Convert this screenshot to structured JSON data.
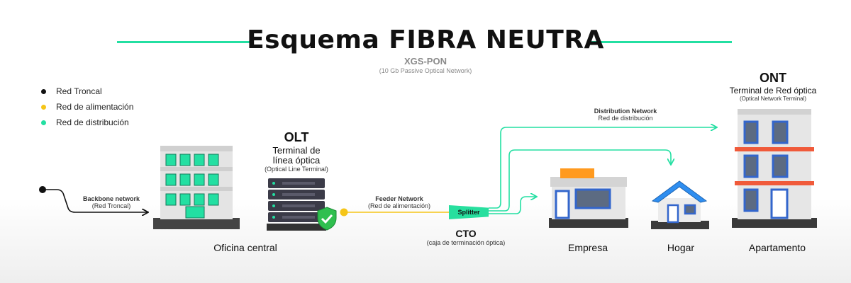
{
  "title": "Esquema FIBRA NEUTRA",
  "subtitle": "XGS-PON",
  "subtitle_detail": "(10 Gb Passive Optical Network)",
  "legend": [
    {
      "label": "Red Troncal",
      "color": "#111111"
    },
    {
      "label": "Red de alimentación",
      "color": "#f5c518"
    },
    {
      "label": "Red de distribución",
      "color": "#23dfa2"
    }
  ],
  "backbone": {
    "name": "Backbone network",
    "detail": "(Red Troncal)"
  },
  "olt": {
    "title": "OLT",
    "desc_line1": "Terminal de",
    "desc_line2": "línea óptica",
    "detail": "(Optical Line Terminal)"
  },
  "feeder": {
    "name": "Feeder Network",
    "detail": "(Red de alimentación)"
  },
  "splitter": {
    "label": "Splitter"
  },
  "cto": {
    "title": "CTO",
    "detail": "(caja de terminación óptica)"
  },
  "distribution": {
    "name": "Distribution Network",
    "detail": "Red de distribución"
  },
  "ont": {
    "title": "ONT",
    "desc": "Terminal de Red óptica",
    "detail": "(Optical Network Terminal)"
  },
  "captions": {
    "central_office": "Oficina central",
    "business": "Empresa",
    "home": "Hogar",
    "apartment": "Apartamento"
  },
  "icons": [
    "office-building-icon",
    "server-rack-icon",
    "shield-check-icon",
    "shop-building-icon",
    "house-icon",
    "apartment-building-icon"
  ],
  "colors": {
    "accent": "#23dfa2",
    "feeder": "#f5c518",
    "trunk": "#111111"
  }
}
